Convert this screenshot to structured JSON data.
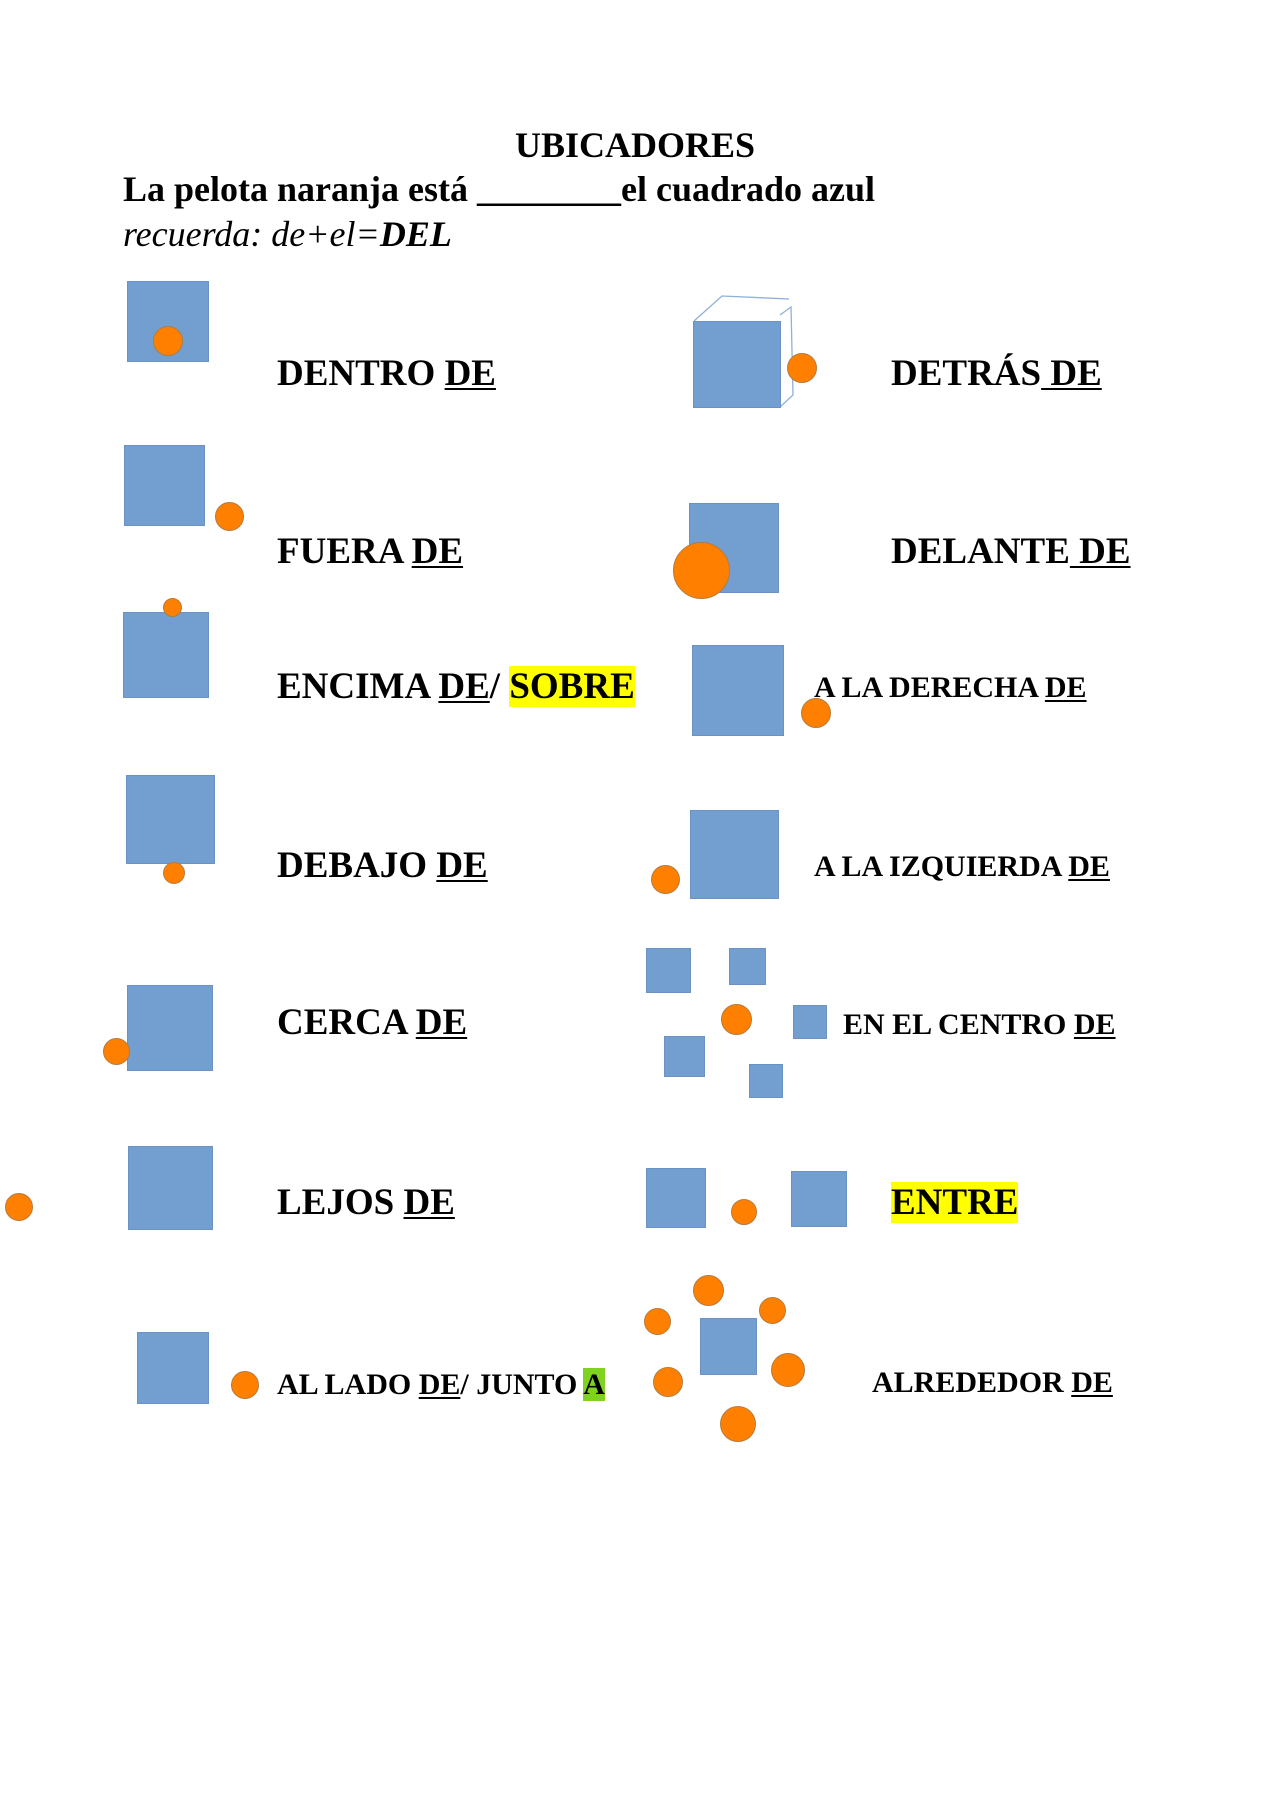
{
  "header": {
    "title": "UBICADORES",
    "sentence_start": "La pelota naranja está ",
    "blank": "________",
    "sentence_end": "el cuadrado azul",
    "reminder_prefix": "recuerda: de+el=",
    "reminder_bold": "DEL"
  },
  "colors": {
    "square": "#729fcf",
    "ball": "#ff8000",
    "highlight_yellow": "#ffff00",
    "highlight_green": "#7fd320"
  },
  "items": [
    {
      "id": "dentro",
      "word": "DENTRO ",
      "de": "DE"
    },
    {
      "id": "detras",
      "word": "DETRÁS",
      "de": " DE"
    },
    {
      "id": "fuera",
      "word": "FUERA ",
      "de": "DE"
    },
    {
      "id": "delante",
      "word": "DELANTE",
      "de": " DE"
    },
    {
      "id": "encima",
      "word": "ENCIMA ",
      "de": "DE",
      "slash": "/ ",
      "alt": "SOBRE"
    },
    {
      "id": "derecha",
      "word": "A LA DERECHA ",
      "de": "DE"
    },
    {
      "id": "debajo",
      "word": "DEBAJO ",
      "de": "DE"
    },
    {
      "id": "izquierda",
      "word": "A LA IZQUIERDA ",
      "de": "DE"
    },
    {
      "id": "cerca",
      "word": "CERCA ",
      "de": "DE"
    },
    {
      "id": "centro",
      "word": "EN EL CENTRO ",
      "de": "DE"
    },
    {
      "id": "lejos",
      "word": "LEJOS ",
      "de": "DE"
    },
    {
      "id": "entre",
      "word": "ENTRE"
    },
    {
      "id": "al_lado",
      "word": "AL LADO ",
      "de": "DE",
      "slash": "/ JUNTO ",
      "alt": "A"
    },
    {
      "id": "alrededor",
      "word": "ALREDEDOR ",
      "de": "DE"
    }
  ]
}
